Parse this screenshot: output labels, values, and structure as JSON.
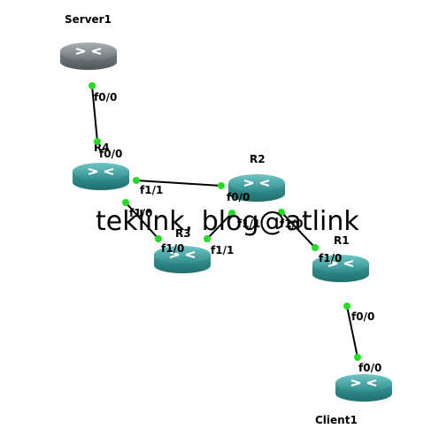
{
  "diagram": {
    "nodes": [
      {
        "id": "server1",
        "label": "Server1",
        "style": "grey"
      },
      {
        "id": "r4",
        "label": "R4",
        "style": "teal"
      },
      {
        "id": "r2",
        "label": "R2",
        "style": "teal"
      },
      {
        "id": "r3",
        "label": "R3",
        "style": "teal"
      },
      {
        "id": "r1",
        "label": "R1",
        "style": "teal"
      },
      {
        "id": "client1",
        "label": "Client1",
        "style": "teal"
      }
    ],
    "links": [
      {
        "from": "server1",
        "to": "r4",
        "from_if": "f0/0",
        "to_if": "f0/0"
      },
      {
        "from": "r4",
        "to": "r2",
        "from_if": "f1/1",
        "to_if": "f0/0"
      },
      {
        "from": "r4",
        "to": "r3",
        "from_if": "f1/0",
        "to_if": "f1/0"
      },
      {
        "from": "r2",
        "to": "r3",
        "from_if": "f1/1",
        "to_if": "f1/1"
      },
      {
        "from": "r2",
        "to": "r1",
        "from_if": "f1/0",
        "to_if": "f1/0"
      },
      {
        "from": "r1",
        "to": "client1",
        "from_if": "f0/0",
        "to_if": "f0/0"
      }
    ],
    "watermark": "teklink. blog@atlink"
  }
}
